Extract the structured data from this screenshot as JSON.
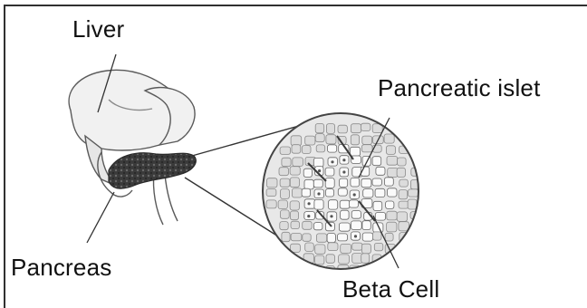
{
  "labels": {
    "liver": "Liver",
    "pancreatic_islet": "Pancreatic islet",
    "pancreas": "Pancreas",
    "beta_cell": "Beta Cell"
  },
  "colors": {
    "ink": "#111111",
    "organ_fill": "#f1f1f1",
    "organ_stroke": "#5a5a5a",
    "pancreas_fill": "#3a3a3a",
    "islet_bg": "#e8e8e8",
    "cell_fill": "#fafafa",
    "border": "#303030"
  }
}
